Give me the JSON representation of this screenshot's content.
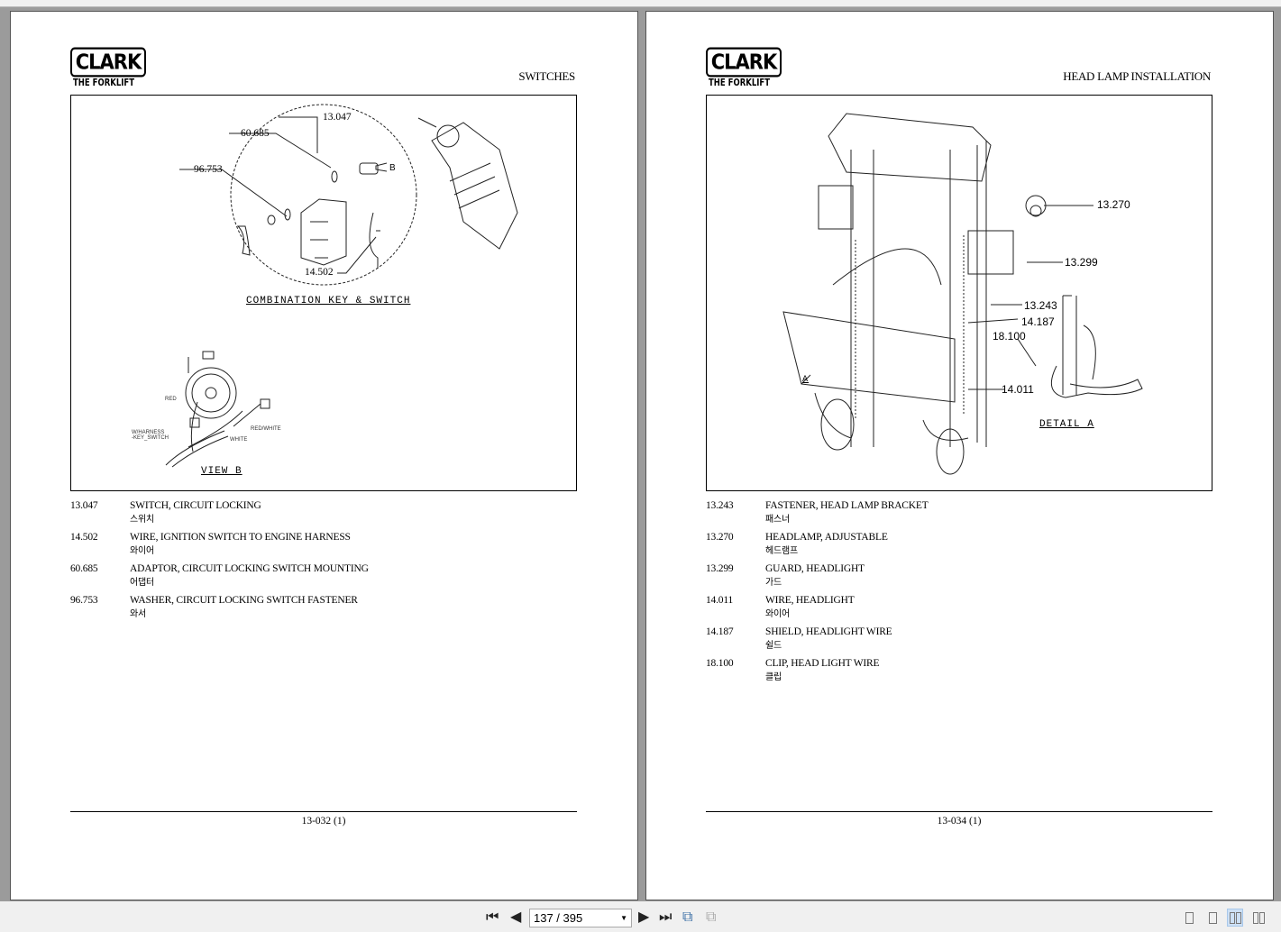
{
  "pages": [
    {
      "logo": {
        "brand": "CLARK",
        "tagline": "THE FORKLIFT"
      },
      "title": "SWITCHES",
      "figure": {
        "callouts": [
          "13.047",
          "60.685",
          "96.753",
          "14.502"
        ],
        "caption1": "COMBINATION KEY & SWITCH",
        "arrow_label": "B",
        "caption2": "VIEW B",
        "wire_labels": {
          "red": "RED",
          "harness1": "W/HARNESS",
          "harness2": "-KEY_SWITCH",
          "red_white": "RED/WHITE",
          "white": "WHITE"
        }
      },
      "parts": [
        {
          "no": "13.047",
          "desc": "SWITCH, CIRCUIT LOCKING",
          "ko": "스위치"
        },
        {
          "no": "14.502",
          "desc": "WIRE, IGNITION SWITCH TO ENGINE HARNESS",
          "ko": "와이어"
        },
        {
          "no": "60.685",
          "desc": "ADAPTOR, CIRCUIT LOCKING SWITCH MOUNTING",
          "ko": "어댑터"
        },
        {
          "no": "96.753",
          "desc": "WASHER, CIRCUIT LOCKING SWITCH FASTENER",
          "ko": "와서"
        }
      ],
      "page_number": "13-032 (1)"
    },
    {
      "logo": {
        "brand": "CLARK",
        "tagline": "THE FORKLIFT"
      },
      "title": "HEAD LAMP INSTALLATION",
      "figure": {
        "callouts": [
          "13.270",
          "13.299",
          "13.243",
          "14.187",
          "18.100",
          "14.011"
        ],
        "detail_marker": "A",
        "caption": "DETAIL A"
      },
      "parts": [
        {
          "no": "13.243",
          "desc": "FASTENER, HEAD LAMP BRACKET",
          "ko": "패스너"
        },
        {
          "no": "13.270",
          "desc": "HEADLAMP, ADJUSTABLE",
          "ko": "헤드램프"
        },
        {
          "no": "13.299",
          "desc": "GUARD, HEADLIGHT",
          "ko": "가드"
        },
        {
          "no": "14.011",
          "desc": "WIRE, HEADLIGHT",
          "ko": "와이어"
        },
        {
          "no": "14.187",
          "desc": "SHIELD, HEADLIGHT WIRE",
          "ko": "쉴드"
        },
        {
          "no": "18.100",
          "desc": "CLIP, HEAD LIGHT WIRE",
          "ko": "클립"
        }
      ],
      "page_number": "13-034 (1)"
    }
  ],
  "toolbar": {
    "page_field": "137 / 395",
    "current_page": 137,
    "total_pages": 395,
    "active_view": "two-page"
  }
}
